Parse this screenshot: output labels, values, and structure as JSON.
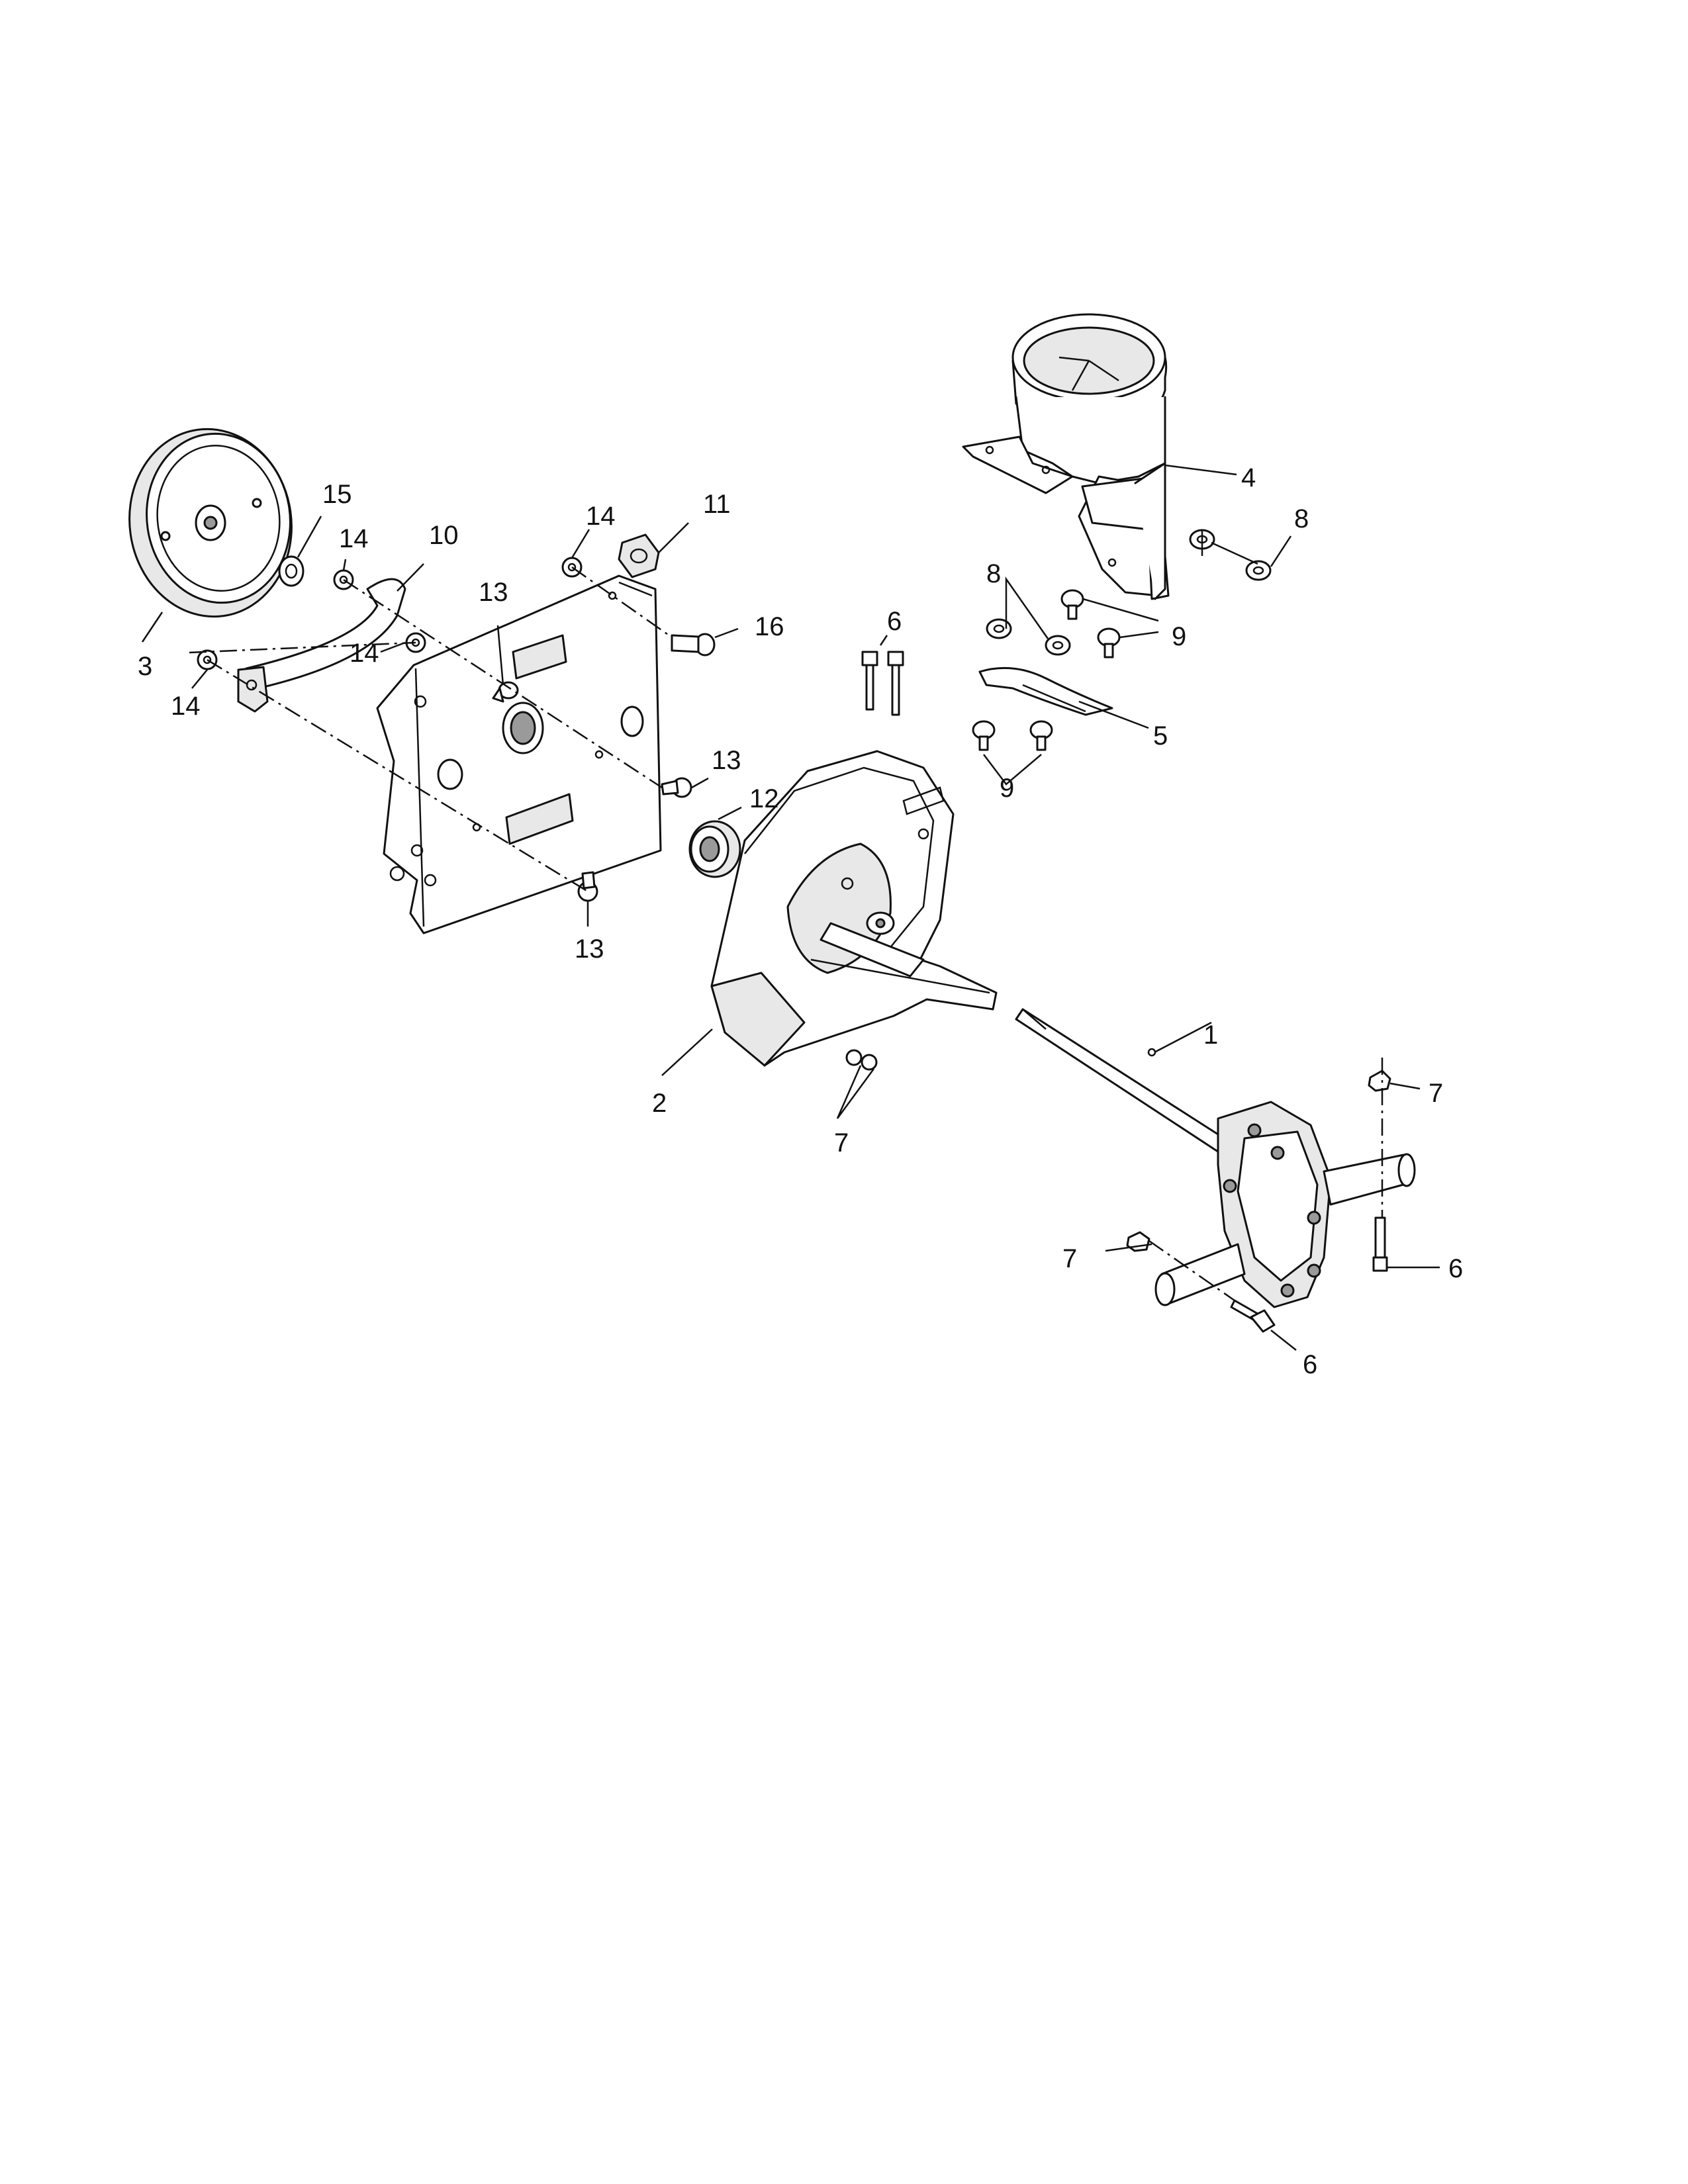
{
  "callouts": {
    "c1": "1",
    "c2": "2",
    "c3": "3",
    "c4": "4",
    "c5": "5",
    "c6a": "6",
    "c6b": "6",
    "c6c": "6",
    "c7a": "7",
    "c7b": "7",
    "c7c": "7",
    "c8a": "8",
    "c8b": "8",
    "c9a": "9",
    "c9b": "9",
    "c10": "10",
    "c11": "11",
    "c12": "12",
    "c13a": "13",
    "c13b": "13",
    "c13c": "13",
    "c14a": "14",
    "c14b": "14",
    "c14c": "14",
    "c14d": "14",
    "c15": "15",
    "c16": "16"
  },
  "colors": {
    "ink": "#111111",
    "paper": "#ffffff",
    "shade": "#e8e8e8"
  }
}
